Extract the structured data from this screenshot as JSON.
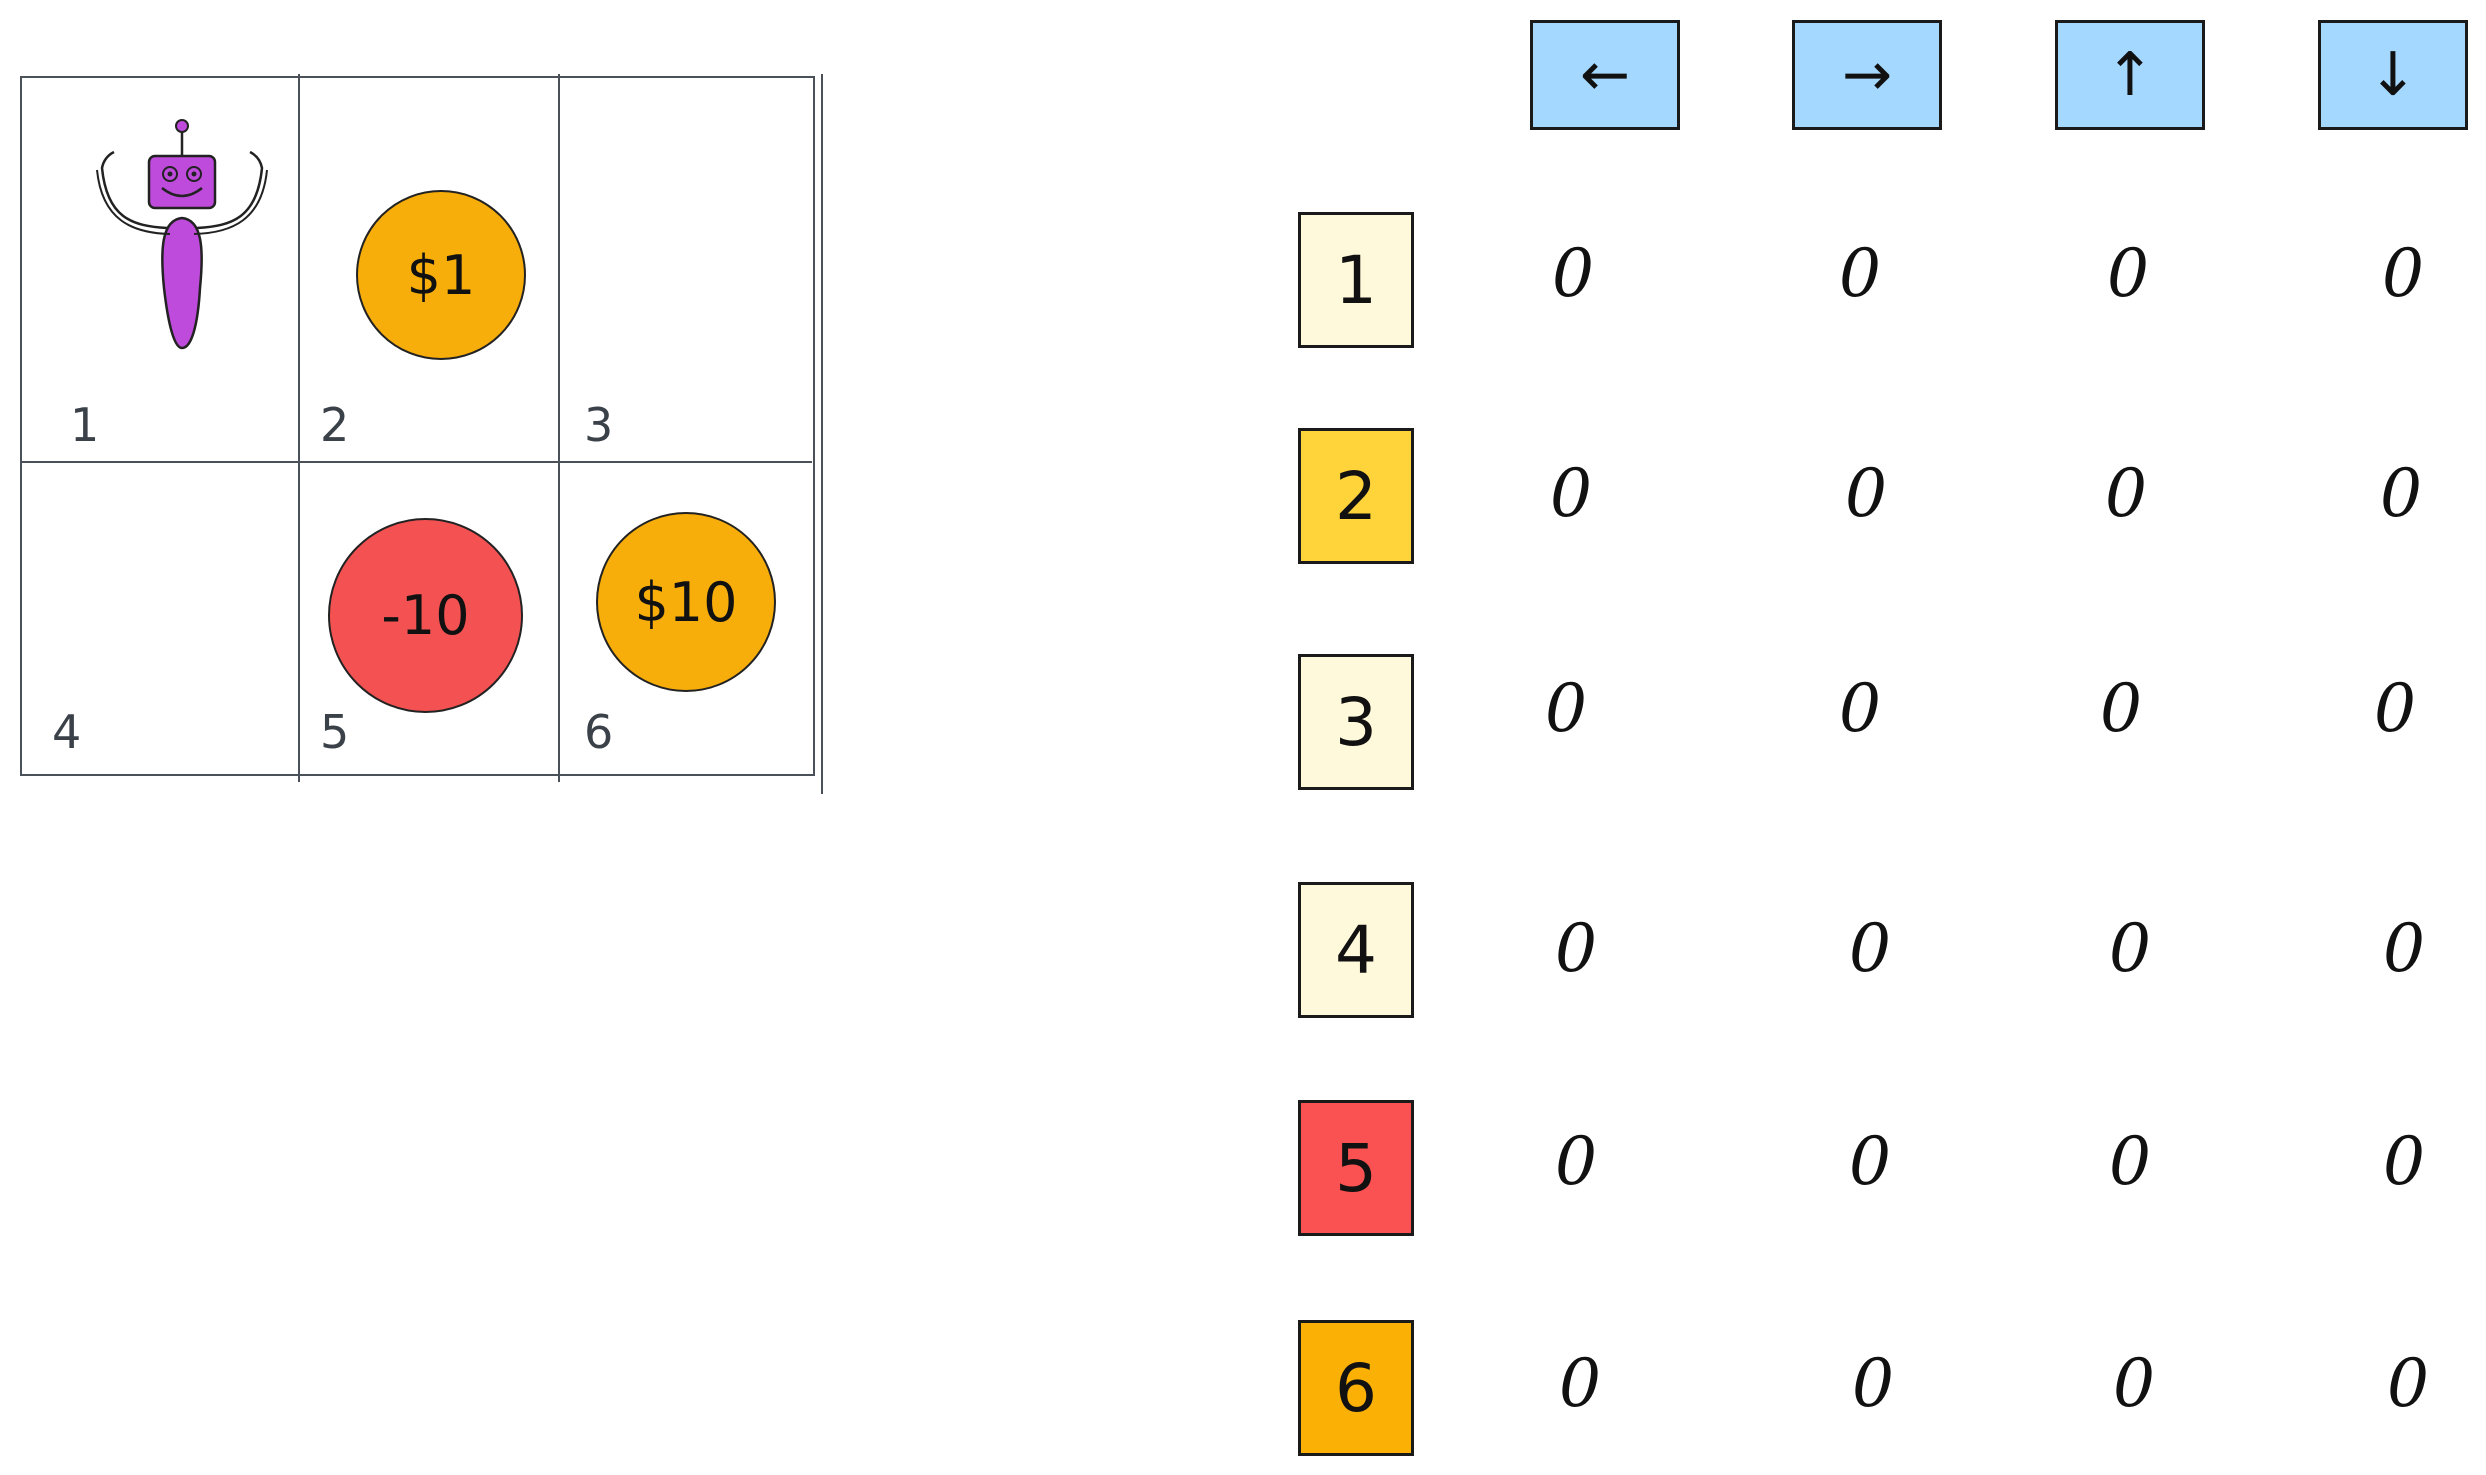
{
  "grid": {
    "cells": [
      {
        "number": "1",
        "item": "robot"
      },
      {
        "number": "2",
        "item": "coin",
        "label": "$1"
      },
      {
        "number": "3",
        "item": "empty"
      },
      {
        "number": "4",
        "item": "empty"
      },
      {
        "number": "5",
        "item": "penalty",
        "label": "-10"
      },
      {
        "number": "6",
        "item": "coin",
        "label": "$10"
      }
    ]
  },
  "q_table": {
    "actions": [
      "←",
      "→",
      "↑",
      "↓"
    ],
    "states": [
      "1",
      "2",
      "3",
      "4",
      "5",
      "6"
    ],
    "state_colors": [
      "#fff9db",
      "#ffd43b",
      "#fff9db",
      "#fff9db",
      "#fa5252",
      "#fab005"
    ],
    "values": [
      [
        "0",
        "0",
        "0",
        "0"
      ],
      [
        "0",
        "0",
        "0",
        "0"
      ],
      [
        "0",
        "0",
        "0",
        "0"
      ],
      [
        "0",
        "0",
        "0",
        "0"
      ],
      [
        "0",
        "0",
        "0",
        "0"
      ],
      [
        "0",
        "0",
        "0",
        "0"
      ]
    ]
  },
  "colors": {
    "header_fill": "#a5d8ff",
    "coin_gold": "#f7ad0a",
    "penalty_red": "#f45252",
    "robot_purple": "#be4bdb"
  }
}
